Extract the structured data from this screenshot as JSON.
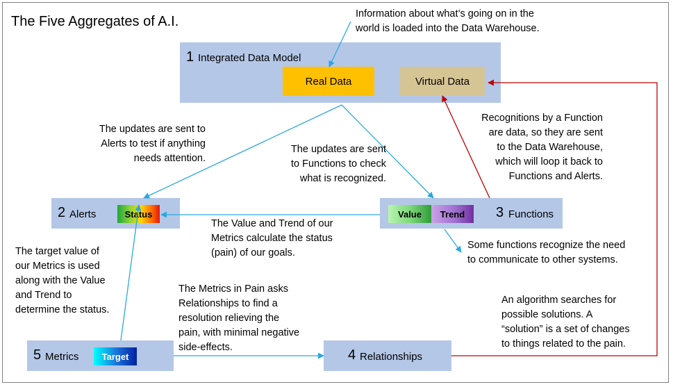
{
  "title": "The Five Aggregates of A.I.",
  "colors": {
    "box_fill": "#b4c7e7",
    "real_data": "#ffc000",
    "virtual_data": "#d5c494",
    "flow_arrow": "#29a8e0",
    "feedback_arrow": "#c00000"
  },
  "nodes": {
    "data_model": {
      "number": "1",
      "label": "Integrated Data Model",
      "real_data": "Real Data",
      "virtual_data": "Virtual Data"
    },
    "alerts": {
      "number": "2",
      "label": "Alerts",
      "status": "Status"
    },
    "functions": {
      "number": "3",
      "label": "Functions",
      "value": "Value",
      "trend": "Trend"
    },
    "relationships": {
      "number": "4",
      "label": "Relationships"
    },
    "metrics": {
      "number": "5",
      "label": "Metrics",
      "target": "Target"
    }
  },
  "notes": {
    "warehouse": [
      "Information about what’s going on in the",
      "world is loaded into the Data Warehouse."
    ],
    "to_alerts": [
      "The updates are sent to",
      "Alerts to test if anything",
      "needs attention."
    ],
    "to_functions": [
      "The updates are sent",
      "to Functions to check",
      "what is recognized."
    ],
    "recognitions": [
      "Recognitions by a Function",
      "are data, so they are sent",
      "to the Data Warehouse,",
      "which will loop it back to",
      "Functions and Alerts."
    ],
    "value_trend": [
      "The Value and Trend of our",
      "Metrics calculate the status",
      "(pain) of our goals."
    ],
    "communicate": [
      "Some functions recognize the need",
      "to communicate to other systems."
    ],
    "target": [
      "The target value of",
      "our Metrics is used",
      "along with the Value",
      "and Trend to",
      "determine the status."
    ],
    "pain": [
      "The Metrics in Pain asks",
      "Relationships to find a",
      "resolution relieving the",
      "pain, with minimal negative",
      "side-effects."
    ],
    "algorithm": [
      "An algorithm searches for",
      "possible solutions. A",
      "“solution” is a set of changes",
      "to things related to the pain."
    ]
  }
}
